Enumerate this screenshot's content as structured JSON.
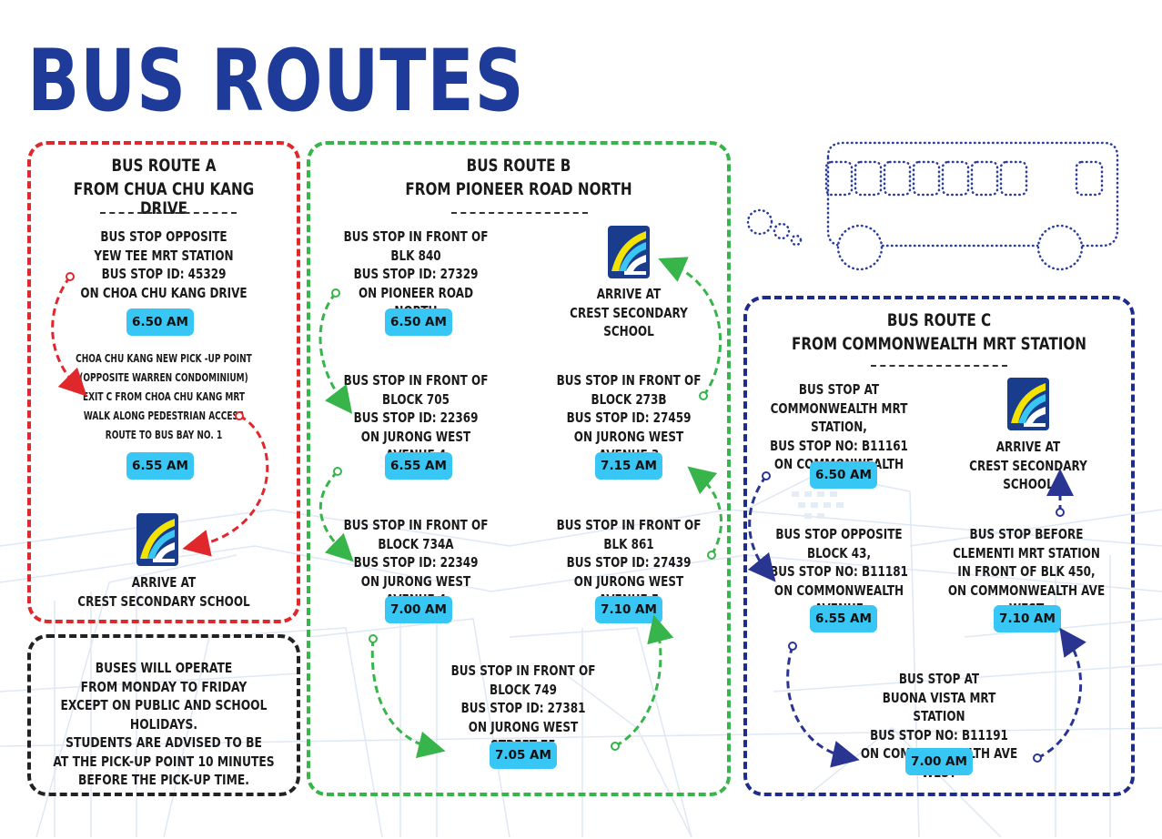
{
  "title": "BUS ROUTES",
  "colors": {
    "route_a": "#e0282c",
    "route_b": "#37b54a",
    "route_c": "#1e2d8a",
    "note": "#222222",
    "title": "#1e3b9a",
    "time_badge": "#38c6f4"
  },
  "icons": [
    "crest-logo-icon",
    "bus-icon"
  ],
  "route_a": {
    "heading": [
      "BUS ROUTE A",
      "FROM CHUA CHU KANG DRIVE"
    ],
    "stop1": [
      "BUS STOP OPPOSITE",
      "YEW TEE MRT STATION",
      "BUS STOP ID: 45329",
      "ON CHOA CHU KANG DRIVE"
    ],
    "stop1_time": "6.50 AM",
    "stop2": [
      "CHOA CHU KANG NEW PICK -UP POINT",
      "(OPPOSITE WARREN CONDOMINIUM)",
      "EXIT C FROM CHOA CHU KANG MRT",
      "WALK ALONG PEDESTRIAN ACCESS",
      "ROUTE TO BUS BAY NO. 1"
    ],
    "stop2_time": "6.55 AM",
    "arrive": [
      "ARRIVE AT",
      "CREST SECONDARY SCHOOL"
    ]
  },
  "route_b": {
    "heading": [
      "BUS ROUTE B",
      "FROM PIONEER ROAD NORTH"
    ],
    "stop1": [
      "BUS STOP IN FRONT OF",
      "BLK 840",
      "BUS STOP ID: 27329",
      "ON PIONEER ROAD NORTH"
    ],
    "stop1_time": "6.50 AM",
    "stop2": [
      "BUS STOP IN FRONT OF",
      "BLOCK 705",
      "BUS STOP ID: 22369",
      "ON JURONG WEST AVENUE 4"
    ],
    "stop2_time": "6.55 AM",
    "stop3": [
      "BUS STOP IN FRONT OF",
      "BLOCK 734A",
      "BUS STOP ID: 22349",
      "ON JURONG WEST AVENUE 4"
    ],
    "stop3_time": "7.00 AM",
    "stop4": [
      "BUS STOP IN FRONT OF",
      "BLOCK 749",
      "BUS STOP ID: 27381",
      "ON JURONG WEST STREET 75"
    ],
    "stop4_time": "7.05 AM",
    "stop5": [
      "BUS STOP IN FRONT OF",
      "BLK 861",
      "BUS STOP ID: 27439",
      "ON JURONG WEST AVENUE 5"
    ],
    "stop5_time": "7.10 AM",
    "stop6": [
      "BUS STOP IN FRONT OF",
      "BLOCK 273B",
      "BUS STOP ID: 27459",
      "ON JURONG WEST AVENUE 3"
    ],
    "stop6_time": "7.15 AM",
    "arrive": [
      "ARRIVE AT",
      "CREST SECONDARY SCHOOL"
    ]
  },
  "route_c": {
    "heading": [
      "BUS ROUTE C",
      "FROM COMMONWEALTH MRT STATION"
    ],
    "stop1": [
      "BUS STOP AT",
      "COMMONWEALTH MRT STATION,",
      "BUS STOP NO: B11161",
      "ON COMMONWEALTH AVENUE"
    ],
    "stop1_time": "6.50 AM",
    "stop2": [
      "BUS STOP OPPOSITE",
      "BLOCK 43,",
      "BUS STOP NO: B11181",
      "ON COMMONWEALTH AVENUE"
    ],
    "stop2_time": "6.55 AM",
    "stop3": [
      "BUS STOP AT",
      "BUONA VISTA MRT STATION",
      "BUS STOP NO: B11191",
      "ON COMMONWEALTH AVE WEST"
    ],
    "stop3_time": "7.00 AM",
    "stop4": [
      "BUS STOP BEFORE",
      "CLEMENTI MRT STATION",
      "IN FRONT OF BLK 450,",
      "ON COMMONWEALTH AVE WEST"
    ],
    "stop4_time": "7.10 AM",
    "arrive": [
      "ARRIVE AT",
      "CREST SECONDARY SCHOOL"
    ]
  },
  "note": [
    "BUSES WILL OPERATE",
    "FROM MONDAY TO FRIDAY",
    "EXCEPT ON PUBLIC AND SCHOOL HOLIDAYS.",
    "STUDENTS ARE ADVISED TO BE",
    "AT THE PICK-UP POINT  10 MINUTES",
    "BEFORE THE PICK-UP TIME."
  ]
}
